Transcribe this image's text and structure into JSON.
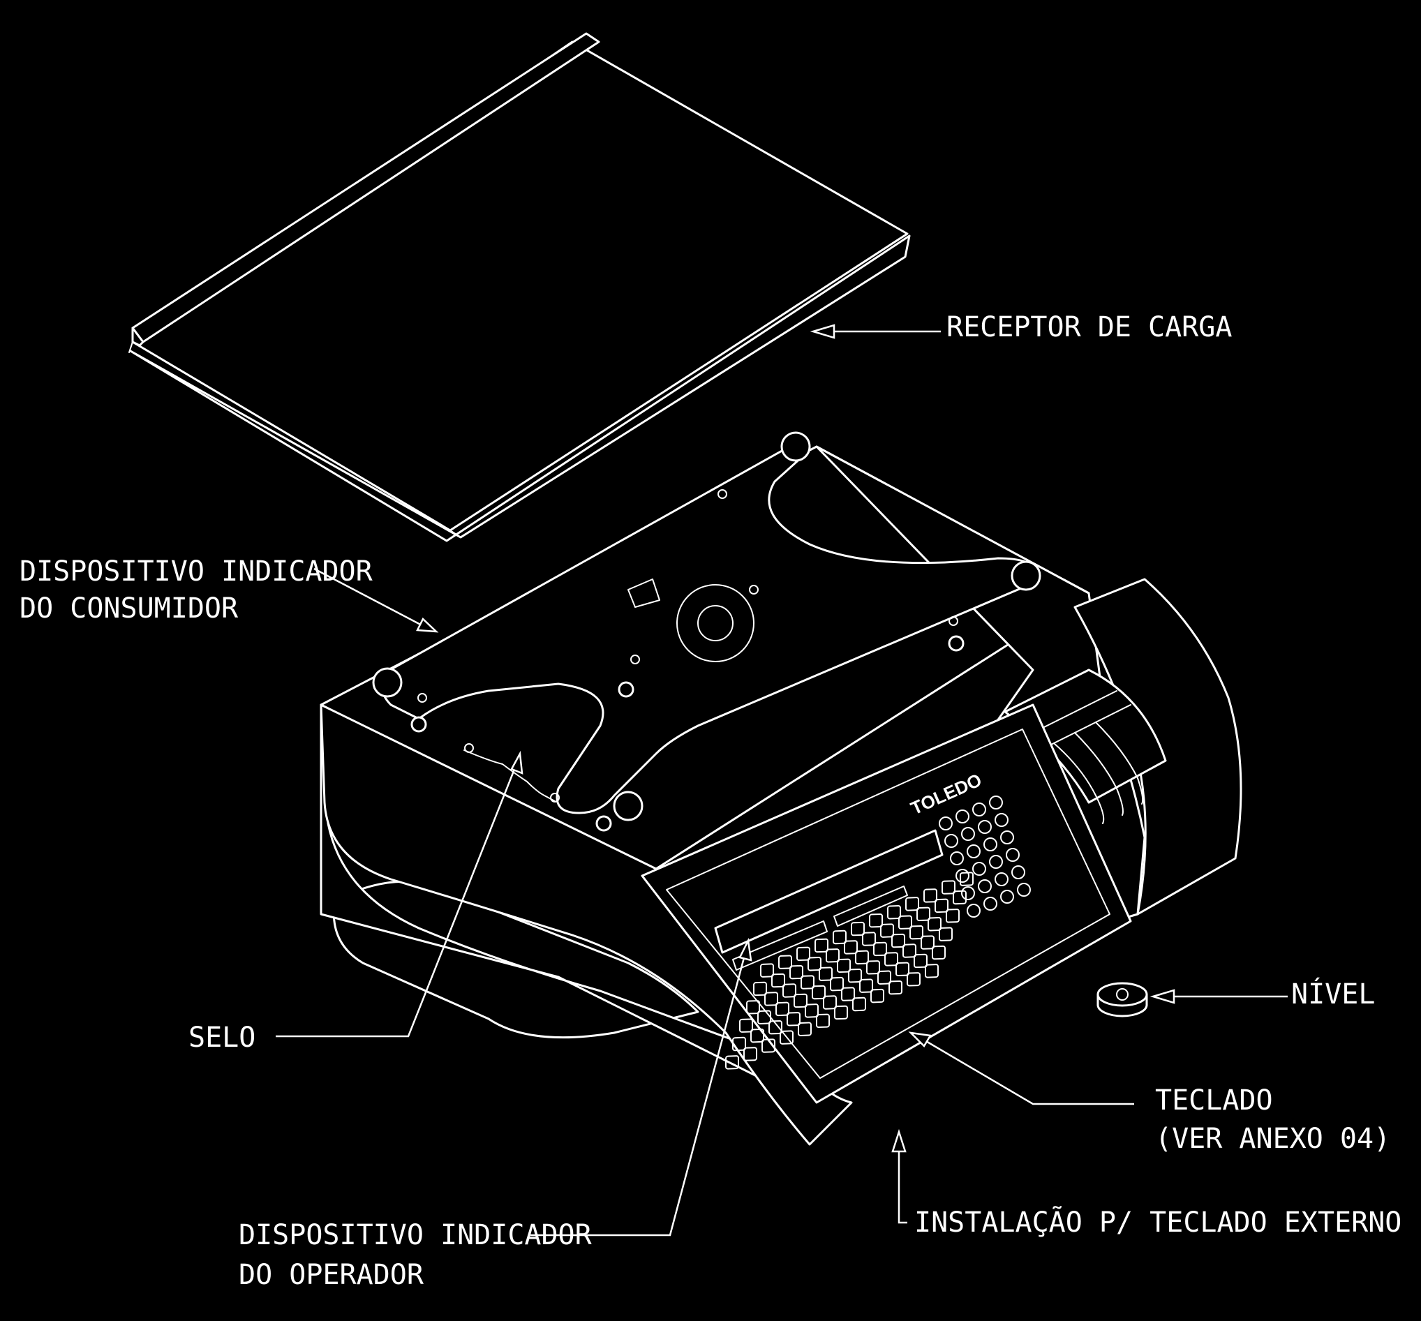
{
  "labels": {
    "receptor": "RECEPTOR DE CARGA",
    "consumidor_line1": "DISPOSITIVO INDICADOR",
    "consumidor_line2": "DO CONSUMIDOR",
    "selo": "SELO",
    "nivel": "NÍVEL",
    "teclado_line1": "TECLADO",
    "teclado_line2": "(VER ANEXO 04)",
    "operador_line1": "DISPOSITIVO INDICADOR",
    "operador_line2": "DO OPERADOR",
    "instalacao": "INSTALAÇÃO P/ TECLADO EXTERNO"
  },
  "device": {
    "brand": "TOLEDO"
  }
}
